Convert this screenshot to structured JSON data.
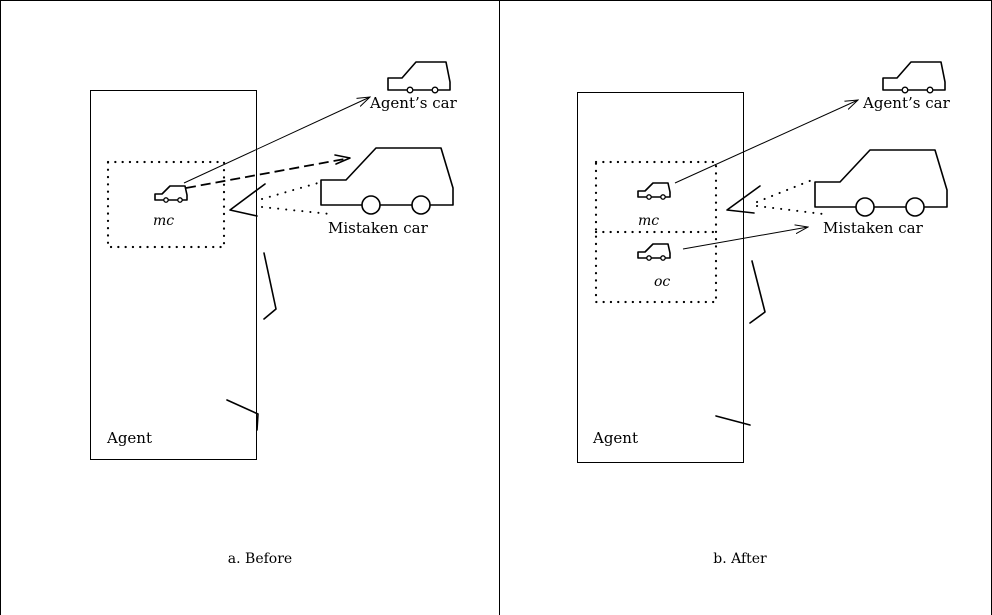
{
  "panels": [
    {
      "caption": "a. Before",
      "agent_label": "Agent",
      "agents_car_label": "Agent’s car",
      "mistaken_car_label": "Mistaken car",
      "concept_labels": [
        "mc"
      ]
    },
    {
      "caption": "b. After",
      "agent_label": "Agent",
      "agents_car_label": "Agent’s car",
      "mistaken_car_label": "Mistaken car",
      "concept_labels": [
        "mc",
        "oc"
      ]
    }
  ]
}
